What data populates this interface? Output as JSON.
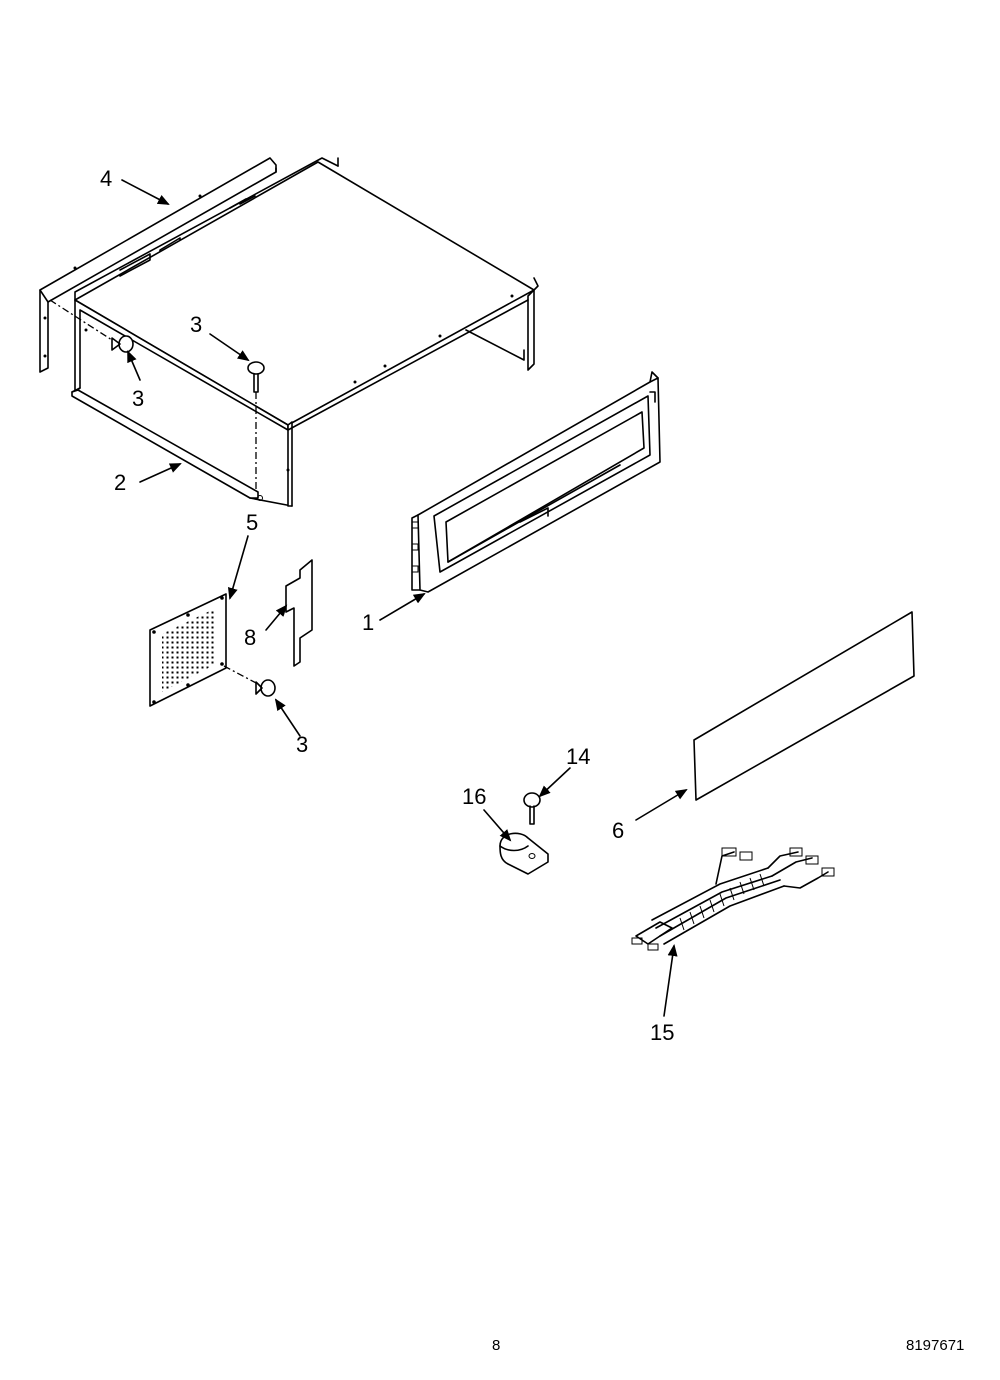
{
  "callouts": {
    "c1": "1",
    "c2": "2",
    "c3": "3",
    "c4": "4",
    "c5": "5",
    "c6": "6",
    "c8": "8",
    "c14": "14",
    "c15": "15",
    "c16": "16"
  },
  "footer": {
    "page_number": "8",
    "doc_number": "8197671"
  }
}
